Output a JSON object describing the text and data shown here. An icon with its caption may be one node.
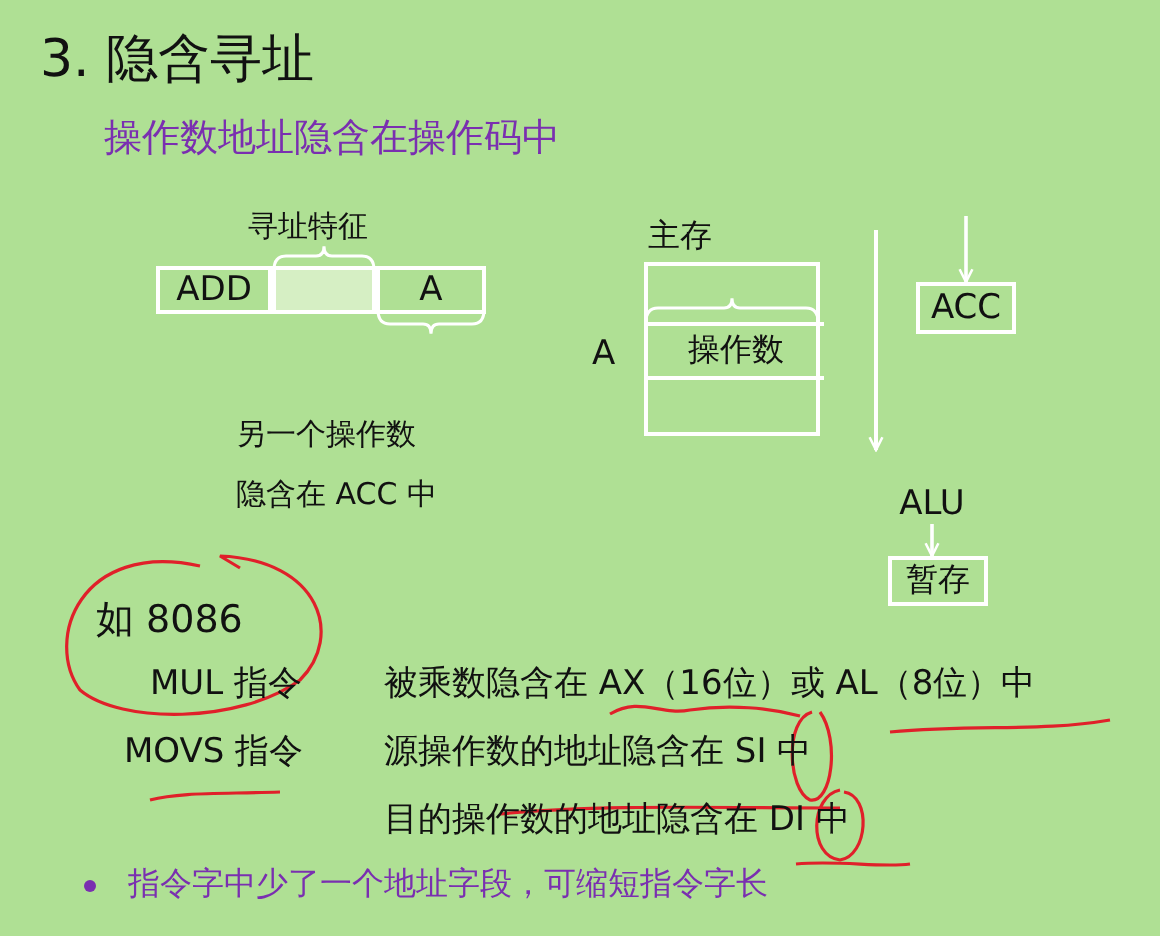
{
  "diagram": {
    "title": "3. 隐含寻址",
    "nodes": [
      {
        "text": [
          "ADD"
        ]
      },
      {
        "text": [],
        "shape": "box",
        "beside": [
          "寻址特征"
        ]
      },
      {
        "text": [
          "A"
        ]
      },
      {
        "text": [
          "主存"
        ]
      },
      {
        "text": [
          "操作数"
        ],
        "in": 3,
        "beside": [
          "A"
        ]
      },
      {
        "text": [
          "ACC"
        ]
      },
      {
        "text": [
          "ALU"
        ]
      },
      {
        "text": [
          "暂存"
        ]
      }
    ],
    "edges": [
      {
        "from": null,
        "to": 5,
        "arrow": "to"
      },
      {
        "from": 6,
        "to": 7,
        "arrow": "to"
      }
    ],
    "labels": [
      "操作数地址隐含在操作码中",
      "另一个操作数隐含在 ACC 中",
      "如 8086",
      "MUL 指令",
      "被乘数隐含在 AX（16位）或 AL（8位）中",
      "MOVS 指令",
      "源操作数的地址隐含在 SI 中",
      "目的操作数的地址隐含在 DI 中",
      "指令字中少了一个地址字段，可缩短指令字长"
    ]
  }
}
